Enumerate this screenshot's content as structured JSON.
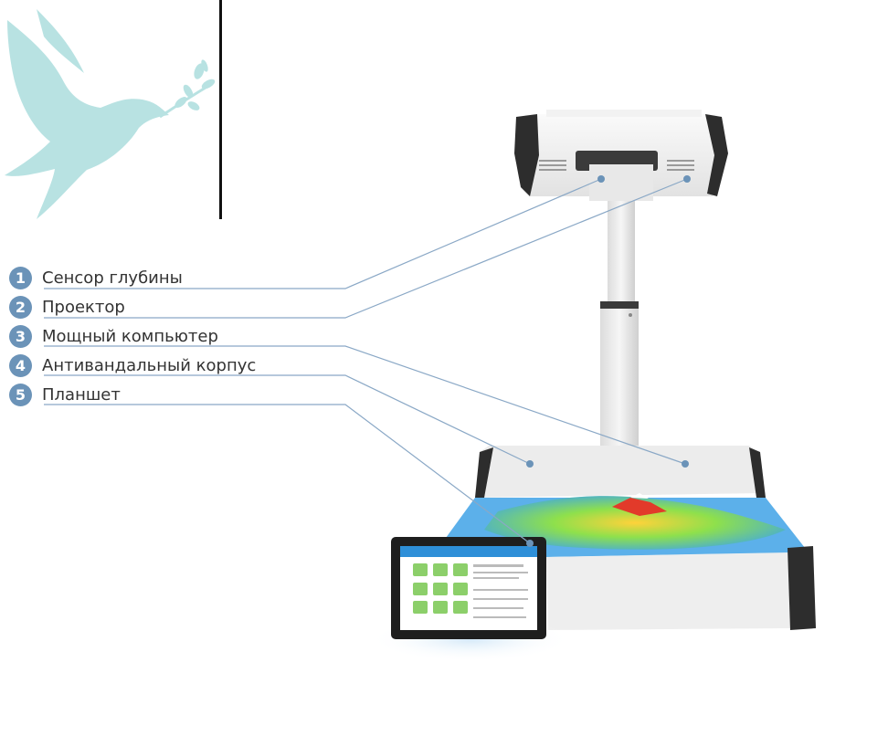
{
  "colors": {
    "accent": "#6b93b8",
    "leader_line": "#8aa8c6",
    "dove": "#b8e2e2",
    "text": "#333333",
    "tablet_header": "#2e8fd8"
  },
  "legend": {
    "items": [
      {
        "num": "1",
        "label": "Сенсор глубины"
      },
      {
        "num": "2",
        "label": "Проектор"
      },
      {
        "num": "3",
        "label": "Мощный компьютер"
      },
      {
        "num": "4",
        "label": "Антивандальный корпус"
      },
      {
        "num": "5",
        "label": "Планшет"
      }
    ]
  },
  "icons": {
    "logo": "dove-with-branch-icon"
  }
}
